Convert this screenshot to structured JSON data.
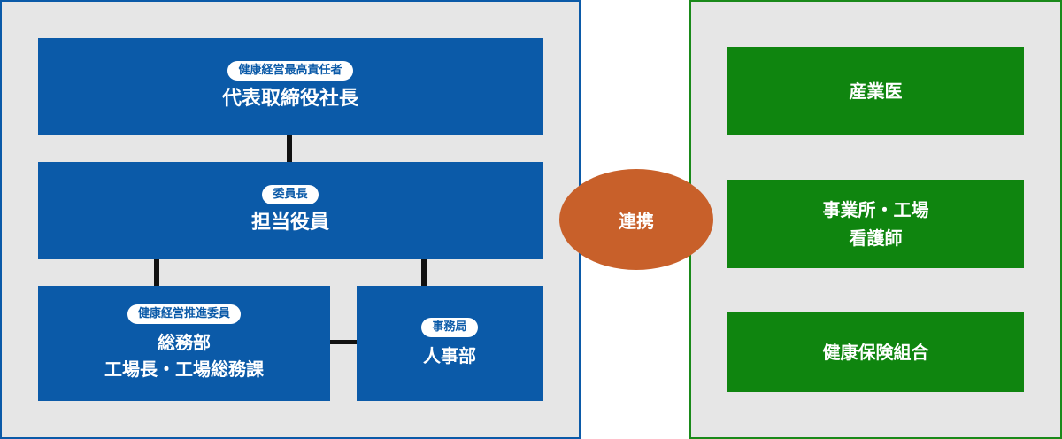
{
  "left": {
    "ceo": {
      "badge": "健康経営最高責任者",
      "title": "代表取締役社長"
    },
    "officer": {
      "badge": "委員長",
      "title": "担当役員"
    },
    "promo": {
      "badge": "健康経営推進委員",
      "line1": "総務部",
      "line2": "工場長・工場総務課"
    },
    "secretariat": {
      "badge": "事務局",
      "title": "人事部"
    }
  },
  "link_label": "連携",
  "right": {
    "items": [
      {
        "line1": "産業医"
      },
      {
        "line1": "事業所・工場",
        "line2": "看護師"
      },
      {
        "line1": "健康保険組合"
      }
    ]
  },
  "colors": {
    "blue": "#0b5aa8",
    "green": "#0f850f",
    "orange": "#c8602a",
    "panel_bg": "#e6e6e6"
  }
}
